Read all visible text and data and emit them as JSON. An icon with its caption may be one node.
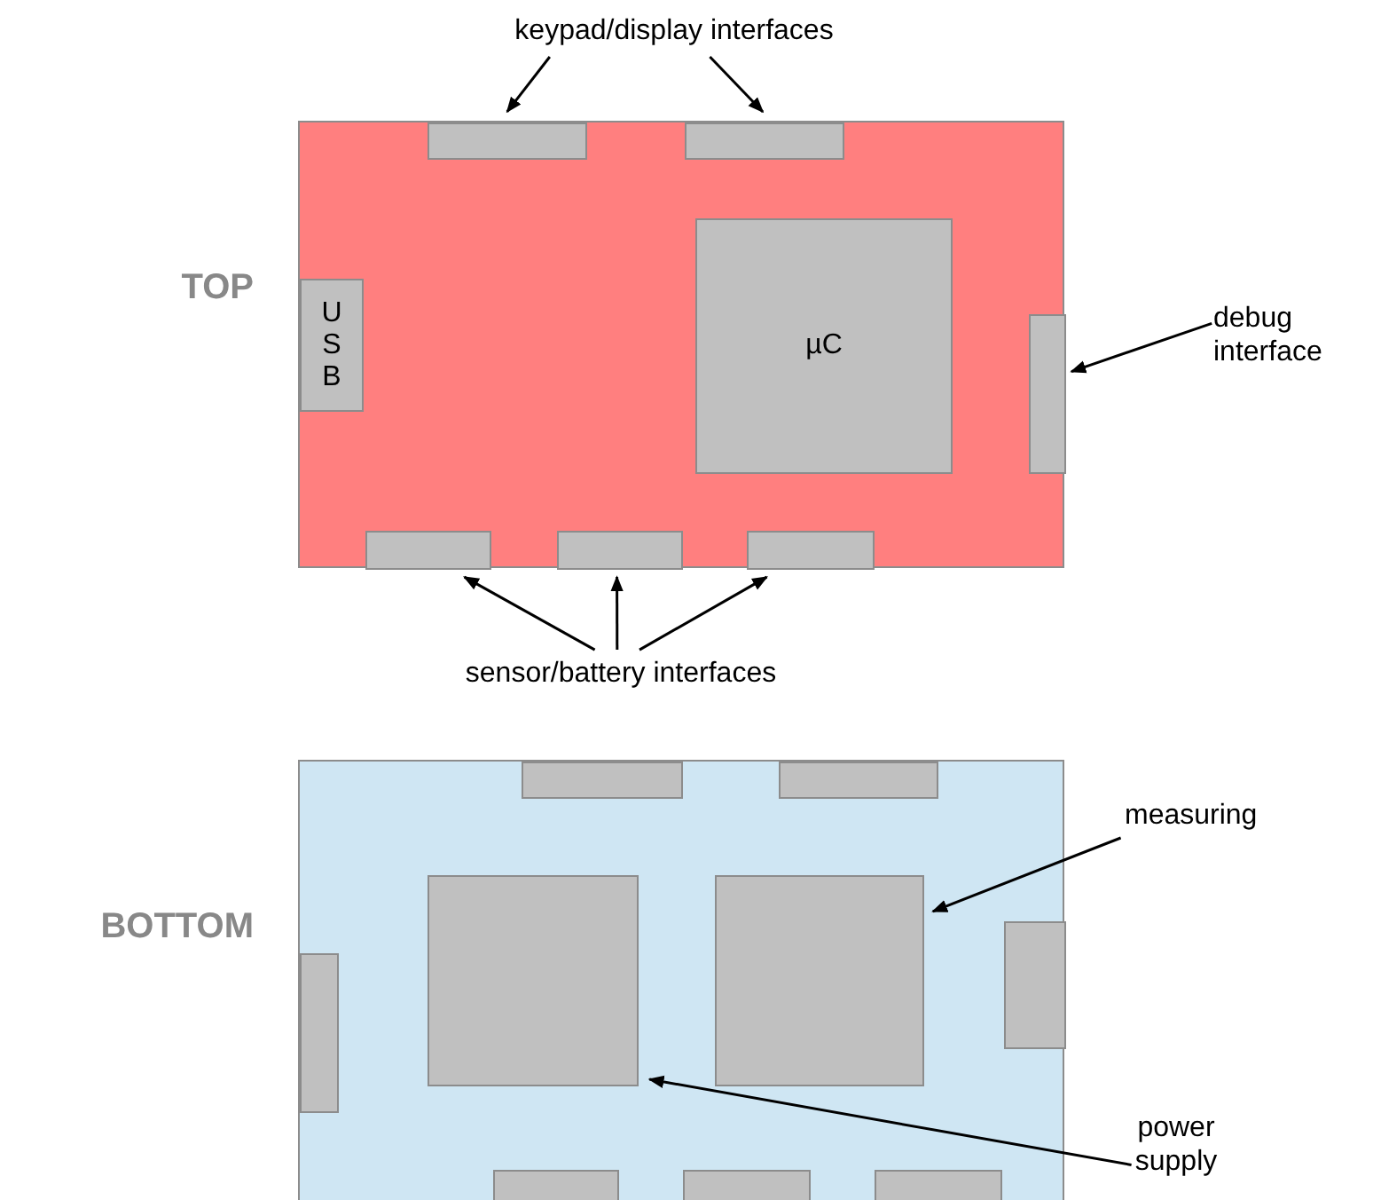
{
  "diagram": {
    "nodes": [
      {
        "text": [
          "TOP"
        ]
      },
      {
        "text": [],
        "shape": "box",
        "in": 0
      },
      {
        "text": [],
        "shape": "box",
        "in": 0
      },
      {
        "text": [
          "U S B"
        ],
        "in": 0
      },
      {
        "text": [
          "µC"
        ],
        "in": 0
      },
      {
        "text": [],
        "shape": "box",
        "in": 0
      },
      {
        "text": [],
        "shape": "box",
        "in": 0
      },
      {
        "text": [],
        "shape": "box",
        "in": 0
      },
      {
        "text": [],
        "shape": "box",
        "in": 0
      },
      {
        "text": [
          "keypad/display interfaces"
        ]
      },
      {
        "text": [
          "debug interface"
        ]
      },
      {
        "text": [
          "sensor/battery interfaces"
        ]
      },
      {
        "text": [
          "BOTTOM"
        ]
      },
      {
        "text": [],
        "shape": "box",
        "in": 12
      },
      {
        "text": [],
        "shape": "box",
        "in": 12
      },
      {
        "text": [],
        "shape": "box",
        "in": 12
      },
      {
        "text": [],
        "shape": "box",
        "in": 12
      },
      {
        "text": [],
        "shape": "box",
        "in": 12
      },
      {
        "text": [],
        "shape": "box",
        "in": 12
      },
      {
        "text": [],
        "shape": "box",
        "in": 12
      },
      {
        "text": [],
        "shape": "box",
        "in": 12
      },
      {
        "text": [],
        "shape": "box",
        "in": 12
      },
      {
        "text": [
          "measuring"
        ]
      },
      {
        "text": [
          "power supply"
        ]
      }
    ],
    "edges": [
      {
        "from": 9,
        "to": 1,
        "arrow": "to"
      },
      {
        "from": 9,
        "to": 2,
        "arrow": "to"
      },
      {
        "from": 10,
        "to": 5,
        "arrow": "to"
      },
      {
        "from": 11,
        "to": 6,
        "arrow": "to"
      },
      {
        "from": 11,
        "to": 7,
        "arrow": "to"
      },
      {
        "from": 11,
        "to": 8,
        "arrow": "to"
      },
      {
        "from": 22,
        "to": 17,
        "arrow": "to"
      },
      {
        "from": 23,
        "to": 16,
        "arrow": "to"
      }
    ]
  }
}
